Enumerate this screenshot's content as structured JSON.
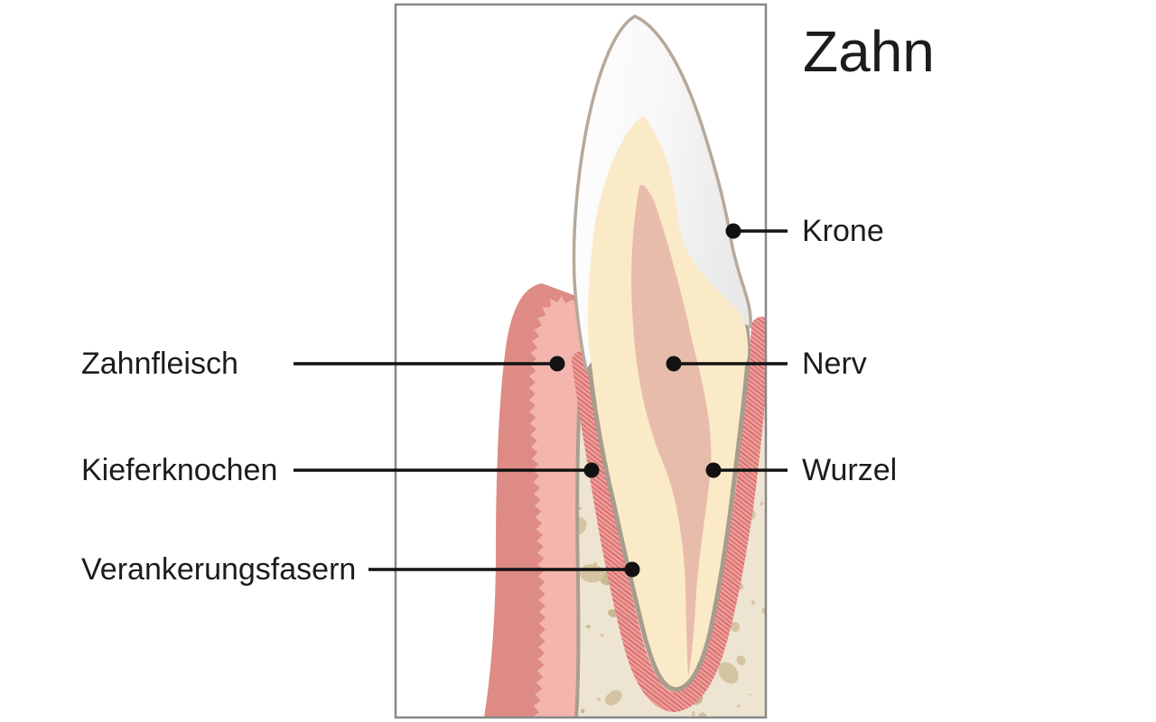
{
  "title": "Zahn",
  "diagram": {
    "subject": "tooth-cross-section",
    "labels_left": [
      {
        "id": "zahnfleisch",
        "text": "Zahnfleisch"
      },
      {
        "id": "kieferknochen",
        "text": "Kieferknochen"
      },
      {
        "id": "verankerungsfasern",
        "text": "Verankerungsfasern"
      }
    ],
    "labels_right": [
      {
        "id": "krone",
        "text": "Krone"
      },
      {
        "id": "nerv",
        "text": "Nerv"
      },
      {
        "id": "wurzel",
        "text": "Wurzel"
      }
    ]
  },
  "colors": {
    "frame_border": "#878787",
    "leader_line": "#121212",
    "enamel_outline": "#b5a99b",
    "enamel_light": "#fefefe",
    "enamel_shade": "#e9e9e9",
    "dentin": "#fbeac7",
    "pulp": "#e8bcab",
    "gum_outer": "#dd8b84",
    "gum_inner": "#f3b5ad",
    "bone": "#ede5d1",
    "bone_speckle": "#d4c4a1",
    "bone_outline": "#a99e8f",
    "ligament_base": "#ef9f99",
    "ligament_hatch": "#d2656a",
    "root_outline": "#a79d8e"
  }
}
